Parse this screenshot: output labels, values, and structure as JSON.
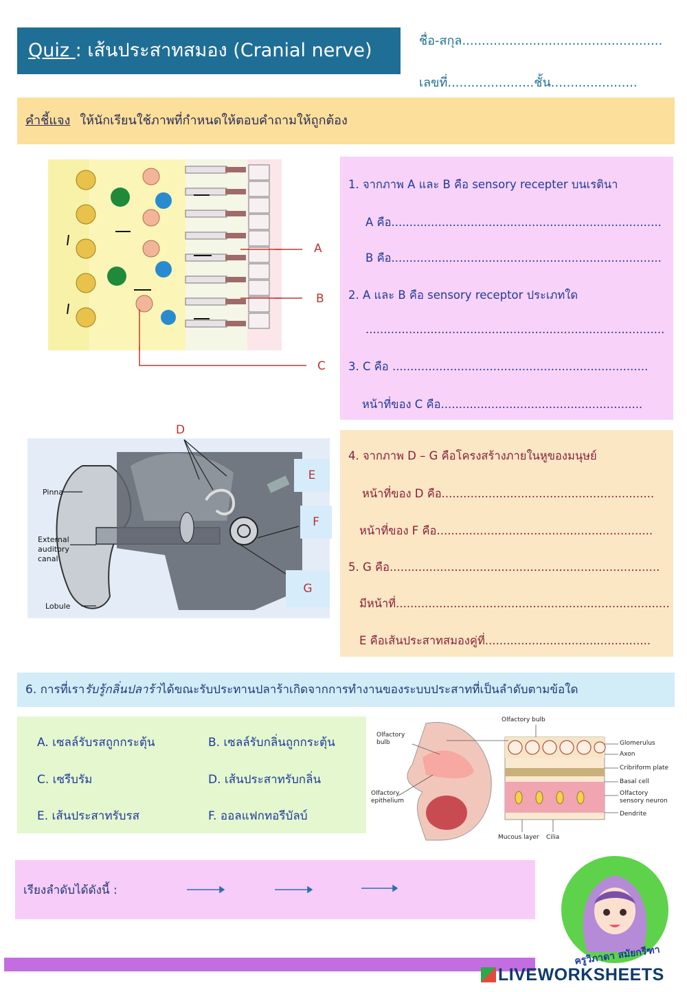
{
  "header": {
    "title_prefix": "Quiz ",
    "title_rest": ": เส้นประสาทสมอง (Cranial nerve)",
    "name_line": "ชื่อ-สกุล...................................................",
    "number_line": "เลขที่......................ชั้น......................"
  },
  "instruction": {
    "label": "คำชี้แจง",
    "text": "ให้นักเรียนใช้ภาพที่กำหนดให้ตอบคำถามให้ถูกต้อง"
  },
  "retina_figure": {
    "labels": [
      "A",
      "B",
      "C"
    ]
  },
  "questions_pink": {
    "q1": "1. จากภาพ A และ B คือ sensory recepter บนเรตินา",
    "q1a": "A คือ...........................................................................",
    "q1b": "B คือ...........................................................................",
    "q2": "2. A และ B คือ sensory receptor ประเภทใด",
    "q2_line": "...................................................................................",
    "q3": "3. C คือ .......................................................................",
    "q3b": "หน้าที่ของ C คือ........................................................"
  },
  "ear_figure": {
    "pinna": "Pinna",
    "canal": "External auditory canal",
    "lobule": "Lobule",
    "labels": [
      "D",
      "E",
      "F",
      "G"
    ]
  },
  "questions_tan": {
    "q4": "4. จากภาพ D – G คือโครงสร้างภายในหูของมนุษย์",
    "q4d": "หน้าที่ของ D คือ...........................................................",
    "q4f": "หน้าที่ของ F คือ............................................................",
    "q5": "5. G คือ...........................................................................",
    "q5b": "มีหน้าที่............................................................................",
    "q5e": "E คือเส้นประสาทสมองคู่ที่.............................................."
  },
  "q6": {
    "text_a": "6. การที่เรา",
    "text_italic": "รับรู้กลิ่นปลาร้า",
    "text_b": "ได้ขณะรับประทานปลาร้าเกิดจากการทำงานของระบบประสาทที่เป็นลำดับตามข้อใด"
  },
  "options": {
    "a": "A. เซลล์รับรสถูกกระตุ้น",
    "b": "B. เซลล์รับกลิ่นถูกกระตุ้น",
    "c": "C. เซรีบรัม",
    "d": "D. เส้นประสาทรับกลิ่น",
    "e": "E. เส้นประสาทรับรส",
    "f": "F. ออลแฟกทอรีบัลบ์"
  },
  "olfactory_figure": {
    "bulb_top": "Olfactory bulb",
    "bulb_left": "Olfactory bulb",
    "epithelium": "Olfactory epithelium",
    "glomerulus": "Glomerulus",
    "axon": "Axon",
    "cribriform": "Cribriform plate",
    "basal": "Basal cell",
    "neuron": "Olfactory sensory neuron",
    "dendrite": "Dendrite",
    "mucous": "Mucous layer",
    "cilia": "Cilia"
  },
  "order": {
    "label": "เรียงลำดับได้ดังนี้  :"
  },
  "footer": {
    "brand": "LIVEWORKSHEETS",
    "badge": "ครูวิภาดา สมัยกรีฑา"
  },
  "colors": {
    "title_bg": "#1f6e96",
    "instruction_bg": "#fbdf9a",
    "pink": "#f8d2f8",
    "tan": "#fbe7c4",
    "green": "#e4f7cf",
    "light_blue": "#d2ecf8",
    "purple": "#c46de0"
  }
}
